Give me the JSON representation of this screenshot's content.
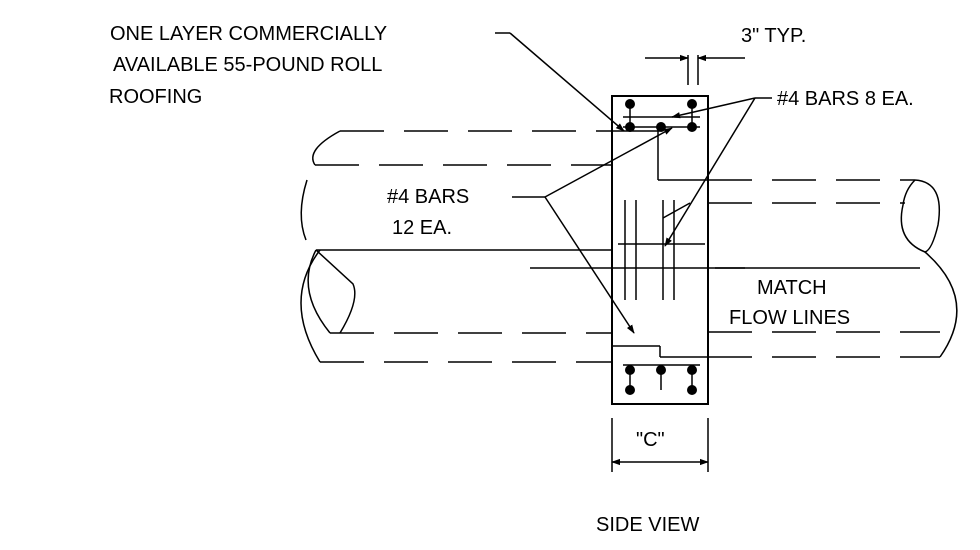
{
  "labels": {
    "roofing_line1": "ONE LAYER COMMERCIALLY",
    "roofing_line2": "AVAILABLE 55-POUND ROLL",
    "roofing_line3": "ROOFING",
    "spacing": "3\" TYP.",
    "bars_top": "#4 BARS 8 EA.",
    "bars_side_line1": "#4  BARS",
    "bars_side_line2": "12 EA.",
    "match_line1": "MATCH",
    "match_line2": "FLOW LINES",
    "dimension_c": "\"C\"",
    "view_title": "SIDE VIEW"
  }
}
